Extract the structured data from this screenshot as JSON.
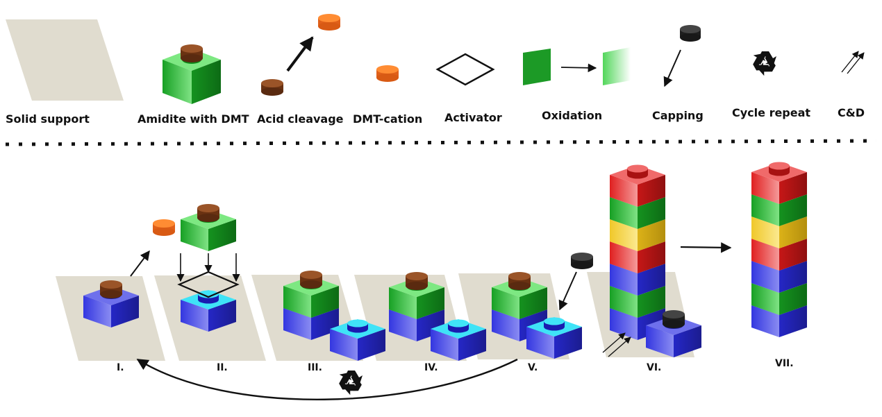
{
  "legend": {
    "solid_support": "Solid support",
    "amidite": "Amidite with DMT",
    "acid_cleavage": "Acid cleavage",
    "dmt_cation": "DMT-cation",
    "activator": "Activator",
    "oxidation": "Oxidation",
    "capping": "Capping",
    "cycle_repeat": "Cycle repeat",
    "cd": "C&D"
  },
  "steps": [
    "I.",
    "II.",
    "III.",
    "IV.",
    "V.",
    "VI.",
    "VII."
  ],
  "colors": {
    "support": "#e0dccf",
    "blue": "#2d2fe0",
    "cyan": "#33ddf5",
    "green": "#1fa82a",
    "red": "#e52626",
    "yellow": "#f3d13a",
    "dmt_brown": "#8a4a22",
    "dmt_orange": "#f67a1e",
    "cap_black": "#2a2a2a"
  },
  "chain_sequence": [
    "blue",
    "green",
    "blue",
    "red",
    "yellow",
    "green",
    "red"
  ]
}
